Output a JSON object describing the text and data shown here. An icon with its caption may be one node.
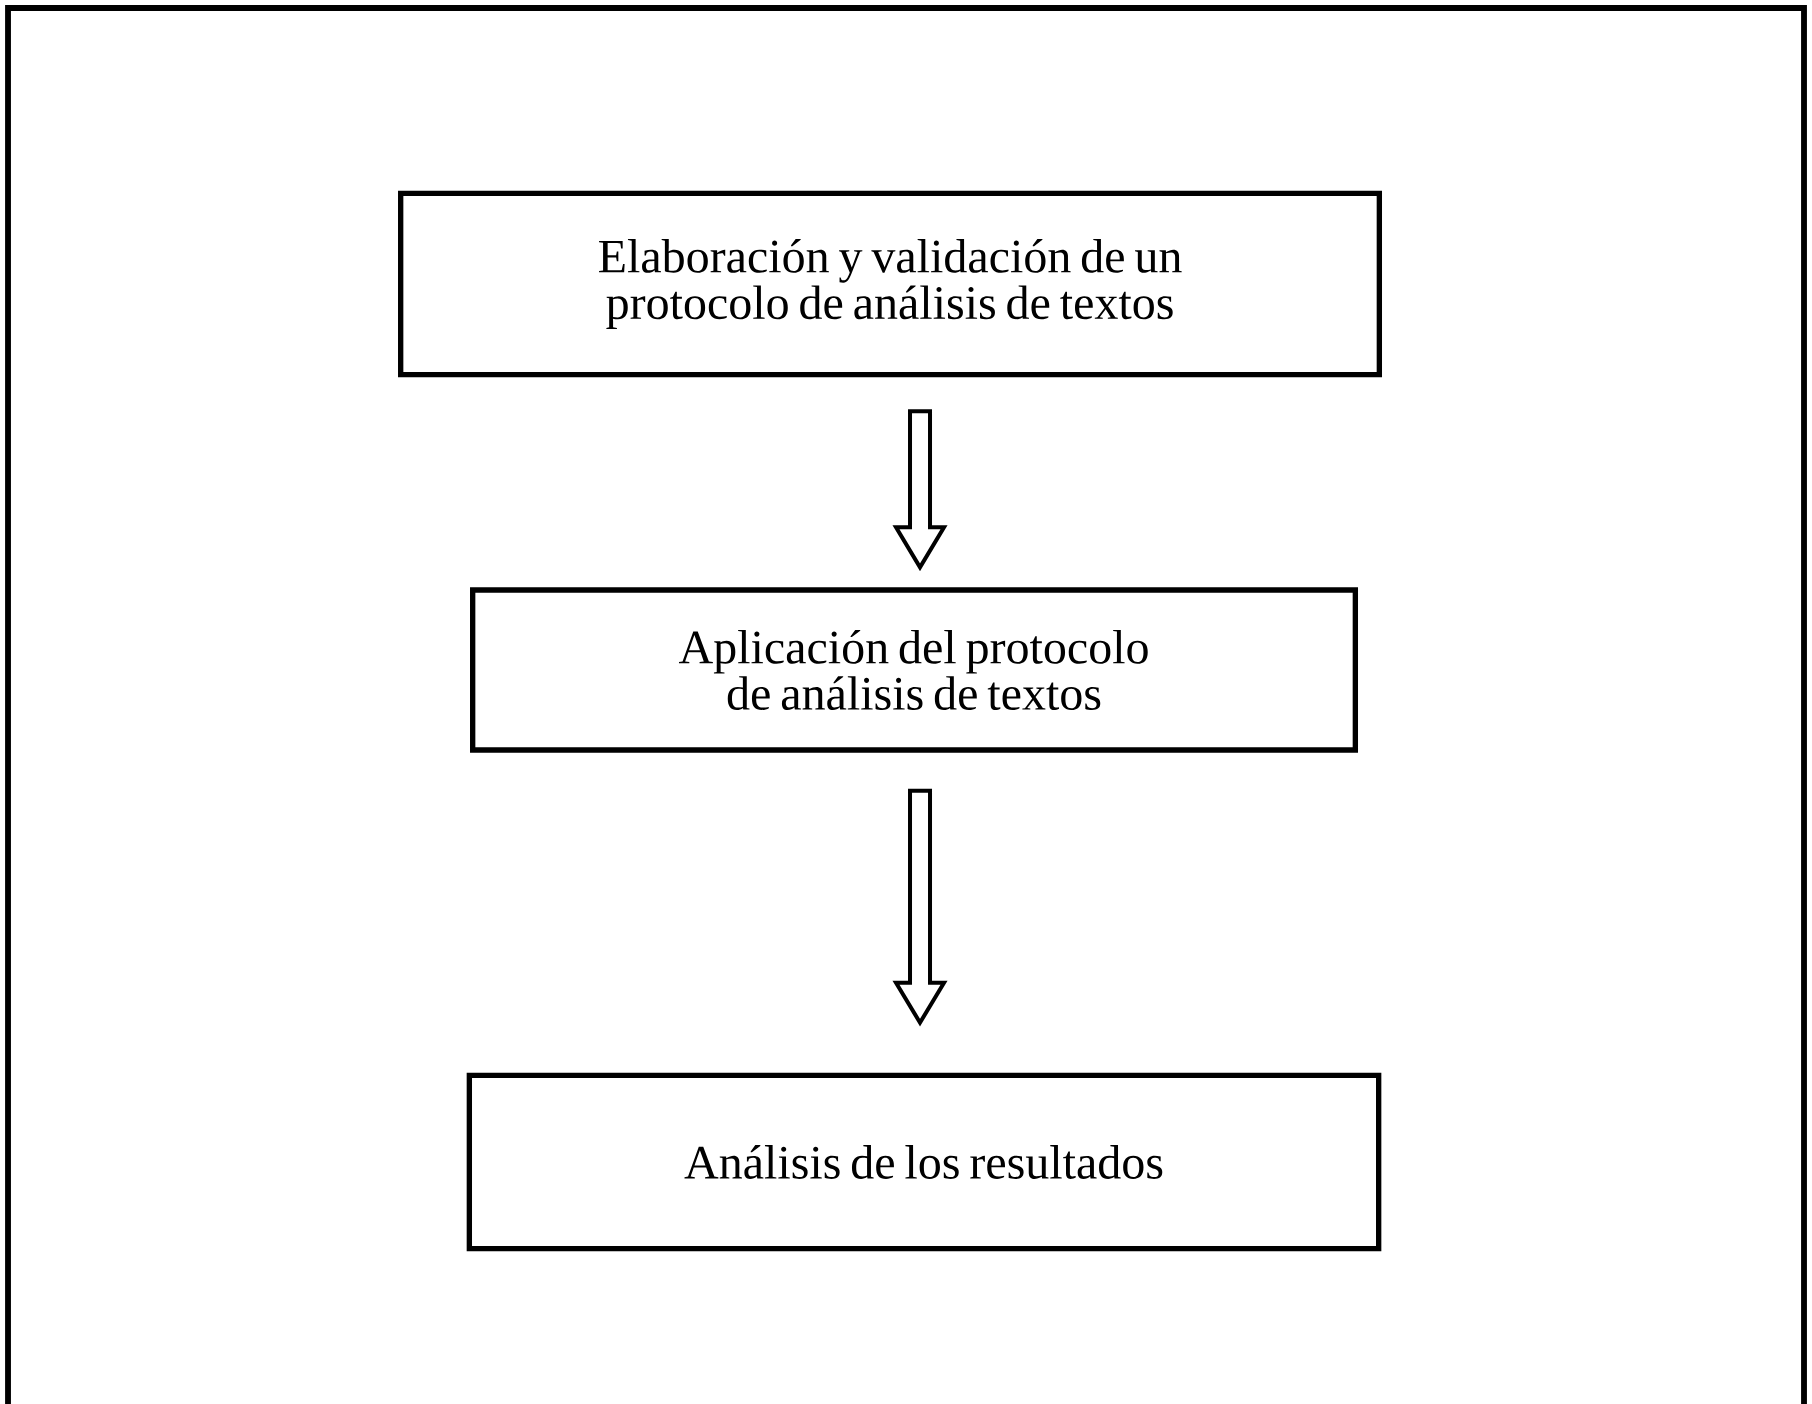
{
  "diagram": {
    "nodes": [
      {
        "text": [
          "Elaboración y validación de un protocolo de análisis de textos"
        ]
      },
      {
        "text": [
          "Aplicación del  protocolo de análisis de textos"
        ]
      },
      {
        "text": [
          "Análisis de los resultados"
        ]
      }
    ],
    "edges": [
      {
        "from": 0,
        "to": 1,
        "arrow": "to"
      },
      {
        "from": 1,
        "to": 2,
        "arrow": "to"
      }
    ]
  }
}
